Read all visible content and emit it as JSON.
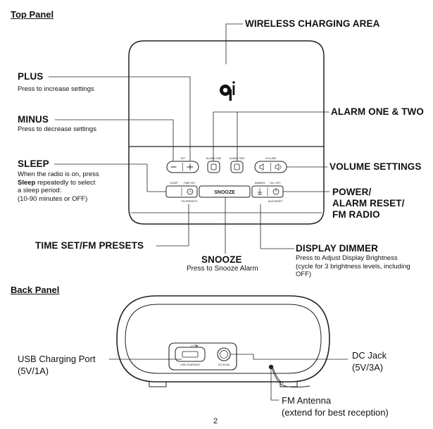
{
  "top_panel": {
    "title": "Top Panel",
    "callouts": {
      "wireless": "WIRELESS CHARGING AREA",
      "plus": "PLUS",
      "plus_desc": "Press to increase settings",
      "minus": "MINUS",
      "minus_desc": "Press to decrease settings",
      "alarm": "ALARM ONE & TWO",
      "sleep": "SLEEP",
      "sleep_desc_1": "When the radio is on, press",
      "sleep_desc_bold": "Sleep",
      "sleep_desc_2": " repeatedly to select",
      "sleep_desc_3": "a sleep period:",
      "sleep_desc_4": "(10-90 minutes or OFF)",
      "volume": "VOLUME SETTINGS",
      "power_1": "POWER/",
      "power_2": "ALARM RESET/",
      "power_3": "FM RADIO",
      "time_set": "TIME SET/FM PRESETS",
      "snooze": "SNOOZE",
      "snooze_desc": "Press to Snooze Alarm",
      "dimmer": "DISPLAY DIMMER",
      "dimmer_desc_1": "Press to Adjust Display Brightness",
      "dimmer_desc_2": "(cycle for 3 brightness levels, including",
      "dimmer_desc_3": "OFF)"
    },
    "device_labels": {
      "set": "SET",
      "alarm_one": "ALARM ONE",
      "alarm_two": "ALARM TWO",
      "volume": "VOLUME",
      "sleep": "SLEEP",
      "time_set": "TIME SET",
      "fm_presets": "FM PRESETS",
      "snooze": "SNOOZE",
      "dimmer": "DIMMER",
      "on_off": "ON / OFF",
      "alm_reset": "ALM RESET",
      "qi": "qi"
    }
  },
  "back_panel": {
    "title": "Back Panel",
    "usb_1": "USB Charging Port",
    "usb_2": "(5V/1A)",
    "dc_1": "DC Jack",
    "dc_2": "(5V/3A)",
    "fm_1": "FM Antenna",
    "fm_2": "(extend for best reception)",
    "device_labels": {
      "usb_charging": "USB CHARGING",
      "dc_rating": "DC 5V/3A"
    }
  },
  "page_number": "2"
}
